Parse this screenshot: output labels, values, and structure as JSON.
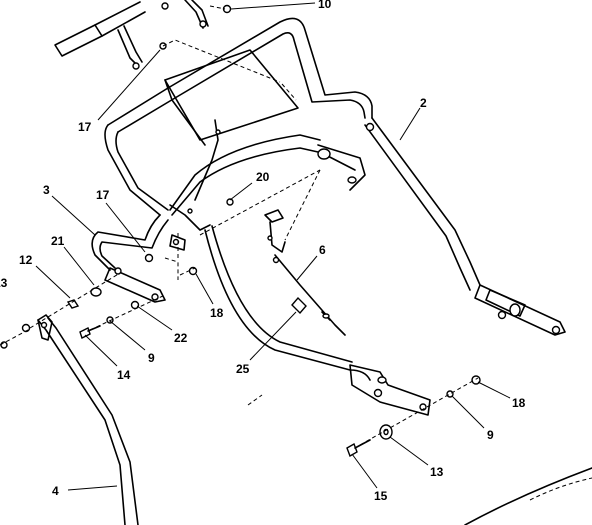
{
  "diagram": {
    "callouts": [
      {
        "id": "c10",
        "text": "10"
      },
      {
        "id": "c2",
        "text": "2"
      },
      {
        "id": "c17a",
        "text": "17"
      },
      {
        "id": "c3",
        "text": "3"
      },
      {
        "id": "c17b",
        "text": "17"
      },
      {
        "id": "c20",
        "text": "20"
      },
      {
        "id": "c6",
        "text": "6"
      },
      {
        "id": "c21",
        "text": "21"
      },
      {
        "id": "c12",
        "text": "12"
      },
      {
        "id": "c13a",
        "text": "13"
      },
      {
        "id": "c18a",
        "text": "18"
      },
      {
        "id": "c22",
        "text": "22"
      },
      {
        "id": "c9a",
        "text": "9"
      },
      {
        "id": "c14",
        "text": "14"
      },
      {
        "id": "c25",
        "text": "25"
      },
      {
        "id": "c18b",
        "text": "18"
      },
      {
        "id": "c9b",
        "text": "9"
      },
      {
        "id": "c13b",
        "text": "13"
      },
      {
        "id": "c15",
        "text": "15"
      },
      {
        "id": "c4",
        "text": "4"
      }
    ]
  }
}
